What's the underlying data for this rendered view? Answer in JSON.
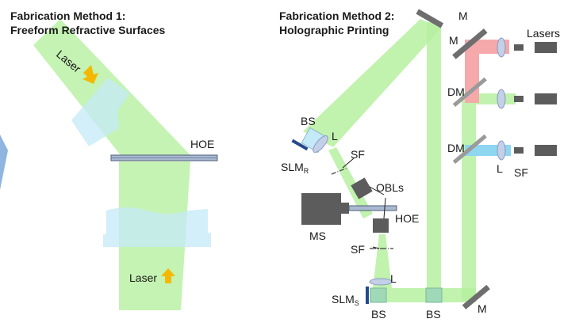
{
  "left_panel": {
    "title_line1": "Fabrication Method 1:",
    "title_line2": "Freeform Refractive Surfaces",
    "laser_in": "Laser",
    "laser_out": "Laser",
    "hoe": "HOE"
  },
  "right_panel": {
    "title_line1": "Fabrication Method 2:",
    "title_line2": "Holographic Printing",
    "lasers": "Lasers",
    "mirror_top": "M",
    "mirror_second": "M",
    "mirror_bottom": "M",
    "dm_upper": "DM",
    "dm_lower": "DM",
    "lens_right": "L",
    "sf_right": "SF",
    "bs_top": "BS",
    "lens_top": "L",
    "slm_r_main": "SLM",
    "slm_r_sub": "R",
    "sf_upper": "SF",
    "obls": "OBLs",
    "ms": "MS",
    "hoe": "HOE",
    "sf_lower": "SF",
    "lens_bottom": "L",
    "slm_s_main": "SLM",
    "slm_s_sub": "S",
    "bs_bottom_left": "BS",
    "bs_bottom_mid": "BS"
  },
  "colors": {
    "beam_green": "#b6f0a0",
    "beam_red": "#f5a9ab",
    "beam_blue": "#8fd6f0",
    "glass": "#c4e9f7",
    "mirror": "#6e6e6e",
    "slm": "#244a8c",
    "arrow_yellow": "#f5b800",
    "dark_box": "#5c5c5c"
  }
}
